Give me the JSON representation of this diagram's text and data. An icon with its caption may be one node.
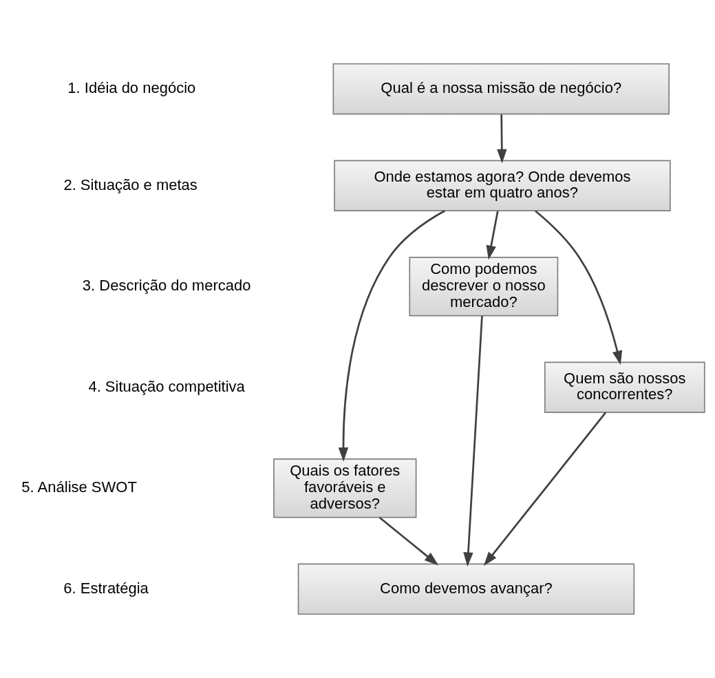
{
  "diagram": {
    "nodes": [
      {
        "text": [
          "Qual é a nossa missão de negócio?"
        ]
      },
      {
        "text": [
          "Onde estamos agora? Onde devemos estar em quatro anos?"
        ]
      },
      {
        "text": [
          "Como podemos descrever o nosso mercado?"
        ]
      },
      {
        "text": [
          "Quem são nossos concorrentes?"
        ]
      },
      {
        "text": [
          "Quais os fatores favoráveis e adversos?"
        ]
      },
      {
        "text": [
          "Como devemos avançar?"
        ]
      }
    ],
    "edges": [
      {
        "from": 0,
        "to": 1,
        "arrow": "to"
      },
      {
        "from": 1,
        "to": 2,
        "arrow": "to"
      },
      {
        "from": 1,
        "to": 3,
        "arrow": "to"
      },
      {
        "from": 1,
        "to": 4,
        "arrow": "to"
      },
      {
        "from": 2,
        "to": 5,
        "arrow": "to"
      },
      {
        "from": 3,
        "to": 5,
        "arrow": "to"
      },
      {
        "from": 4,
        "to": 5,
        "arrow": "to"
      }
    ],
    "labels": [
      "1. Idéia do negócio",
      "2. Situação e metas",
      "3. Descrição do mercado",
      "4. Situação competitiva",
      "5. Análise SWOT",
      "6. Estratégia"
    ]
  }
}
